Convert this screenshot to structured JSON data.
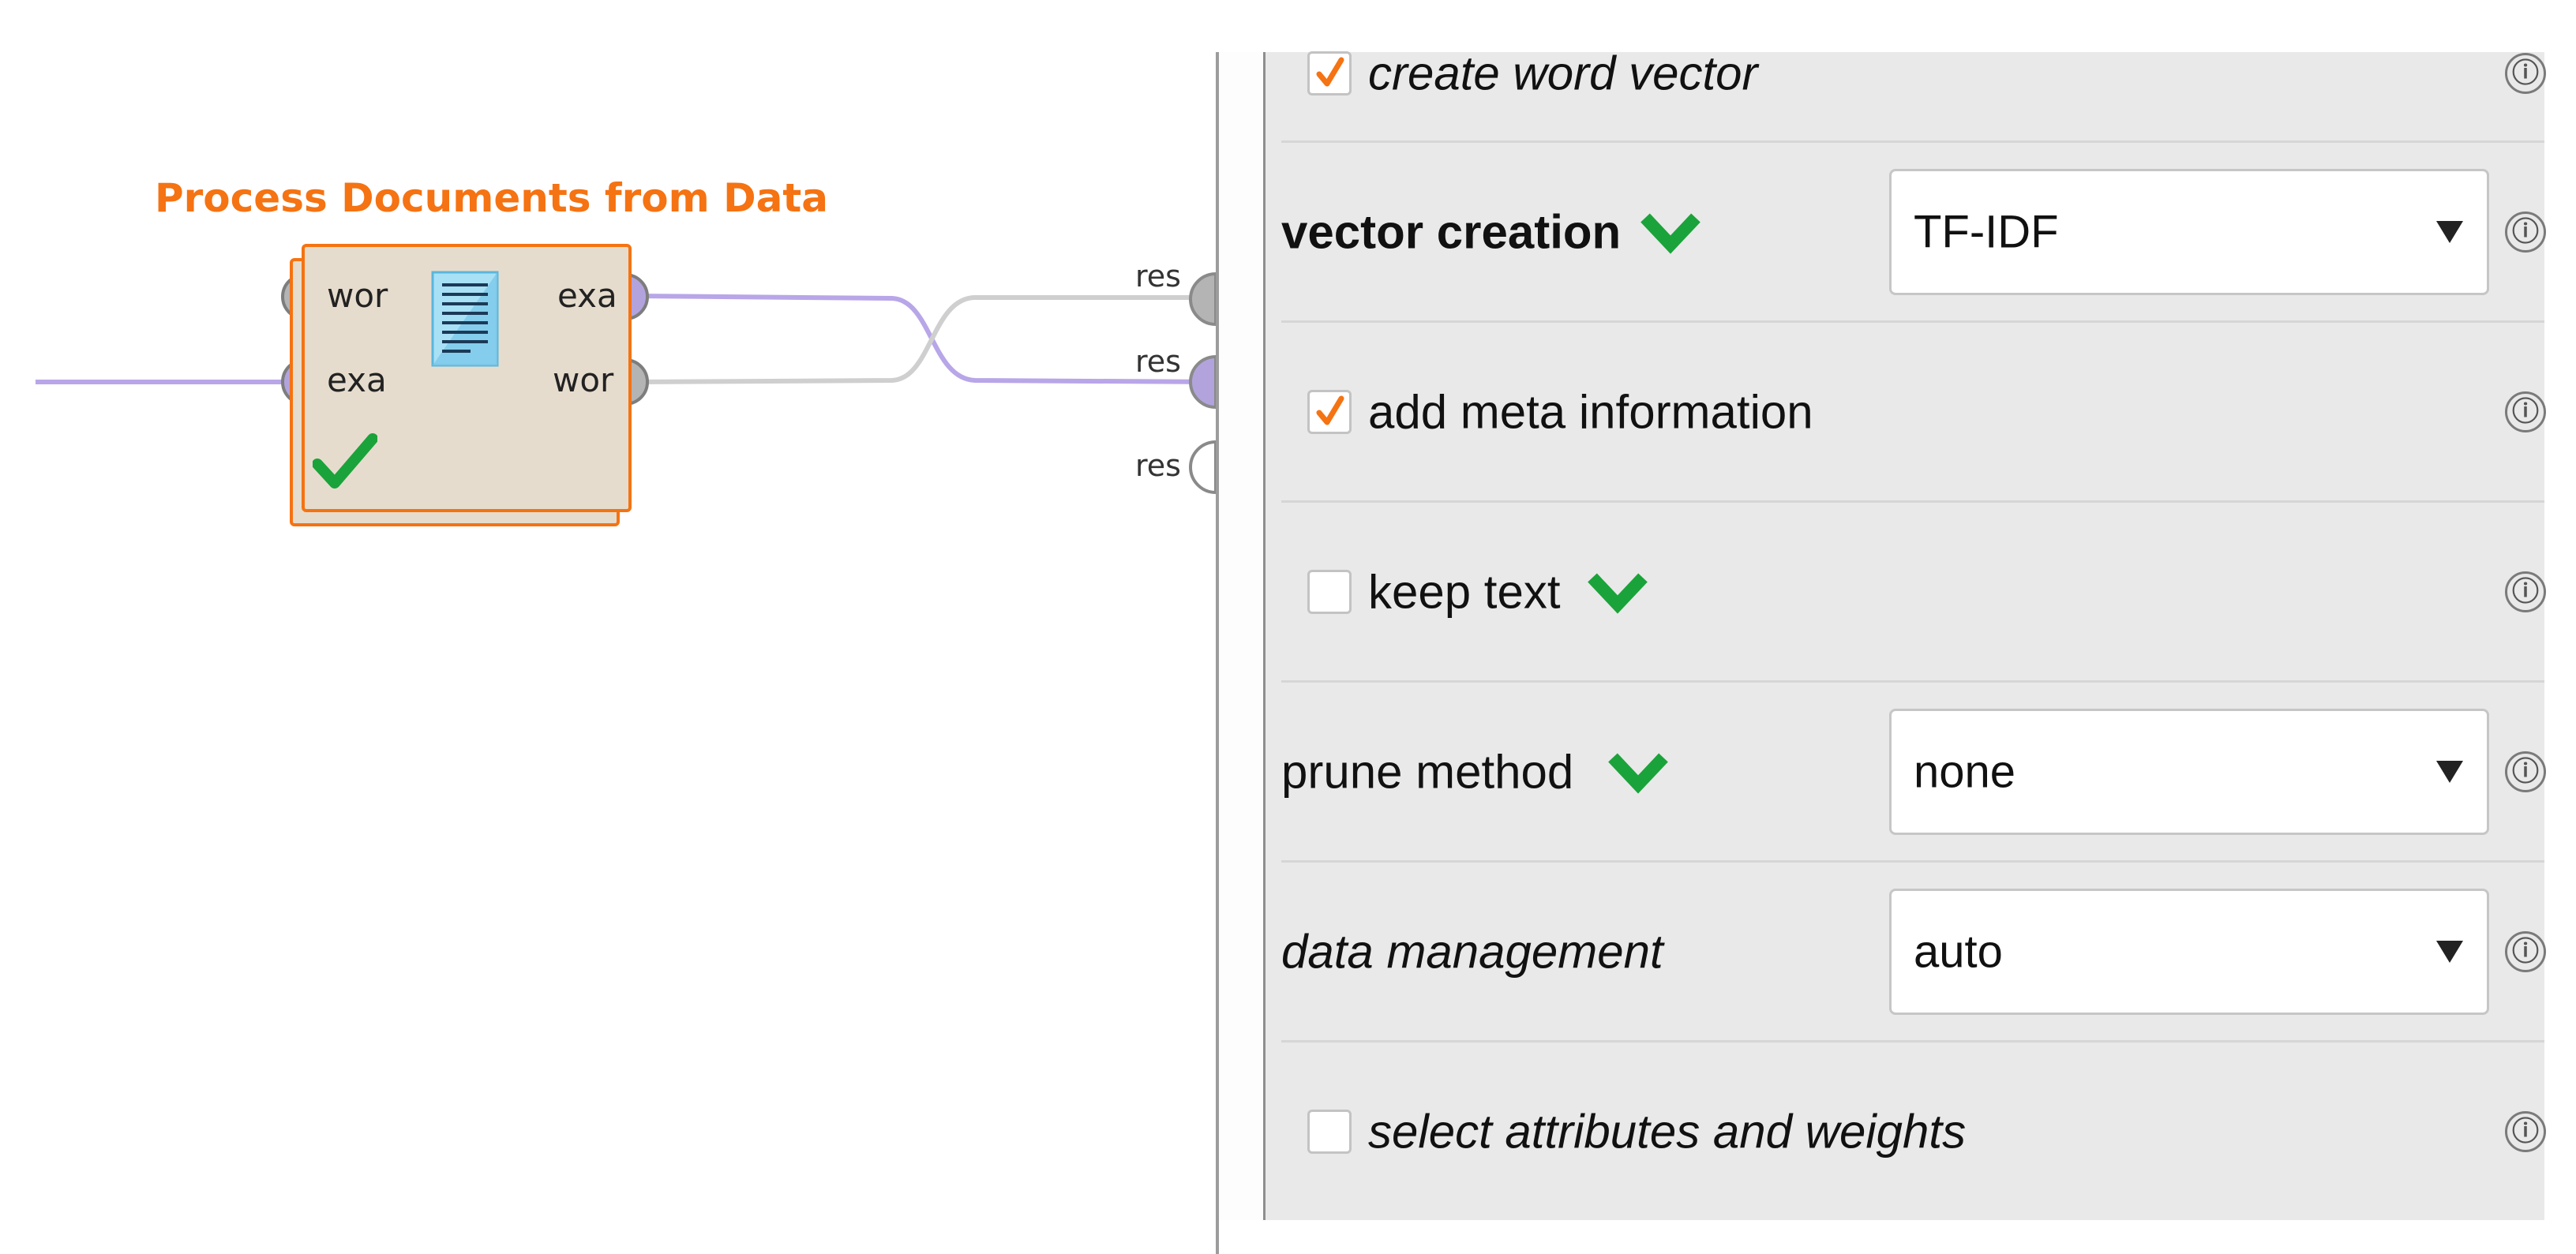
{
  "operator": {
    "title": "Process Documents from Data",
    "input_ports": [
      "wor",
      "exa"
    ],
    "output_ports": [
      "exa",
      "wor"
    ],
    "status": "check-icon",
    "icon": "document-icon"
  },
  "result_ports": [
    "res",
    "res",
    "res"
  ],
  "parameters": [
    {
      "type": "checkbox",
      "label": "create word vector",
      "checked": true,
      "style": "italic",
      "expert": false,
      "info": "ⓘ"
    },
    {
      "type": "combo",
      "label": "vector creation",
      "value": "TF-IDF",
      "style": "bold",
      "expert": true,
      "info": "ⓘ"
    },
    {
      "type": "checkbox",
      "label": "add meta information",
      "checked": true,
      "style": "normal",
      "expert": false,
      "info": "ⓘ"
    },
    {
      "type": "checkbox",
      "label": "keep text",
      "checked": false,
      "style": "normal",
      "expert": true,
      "info": "ⓘ"
    },
    {
      "type": "combo",
      "label": "prune method",
      "value": "none",
      "style": "normal",
      "expert": true,
      "info": "ⓘ"
    },
    {
      "type": "combo",
      "label": "data management",
      "value": "auto",
      "style": "italic",
      "expert": false,
      "info": "ⓘ"
    },
    {
      "type": "checkbox",
      "label": "select attributes and weights",
      "checked": false,
      "style": "italic",
      "expert": false,
      "info": "ⓘ"
    }
  ],
  "colors": {
    "operator_border": "#f57312",
    "operator_fill": "#e6dccd",
    "example_set_port": "#b3a3dd",
    "wordlist_port": "#b4b4b4",
    "connection_purple": "#b8a6e8",
    "connection_gray": "#cfcfcf",
    "check_green": "#1aa33a",
    "checkbox_tick": "#f57312",
    "panel_bg": "#e9e9e9"
  }
}
